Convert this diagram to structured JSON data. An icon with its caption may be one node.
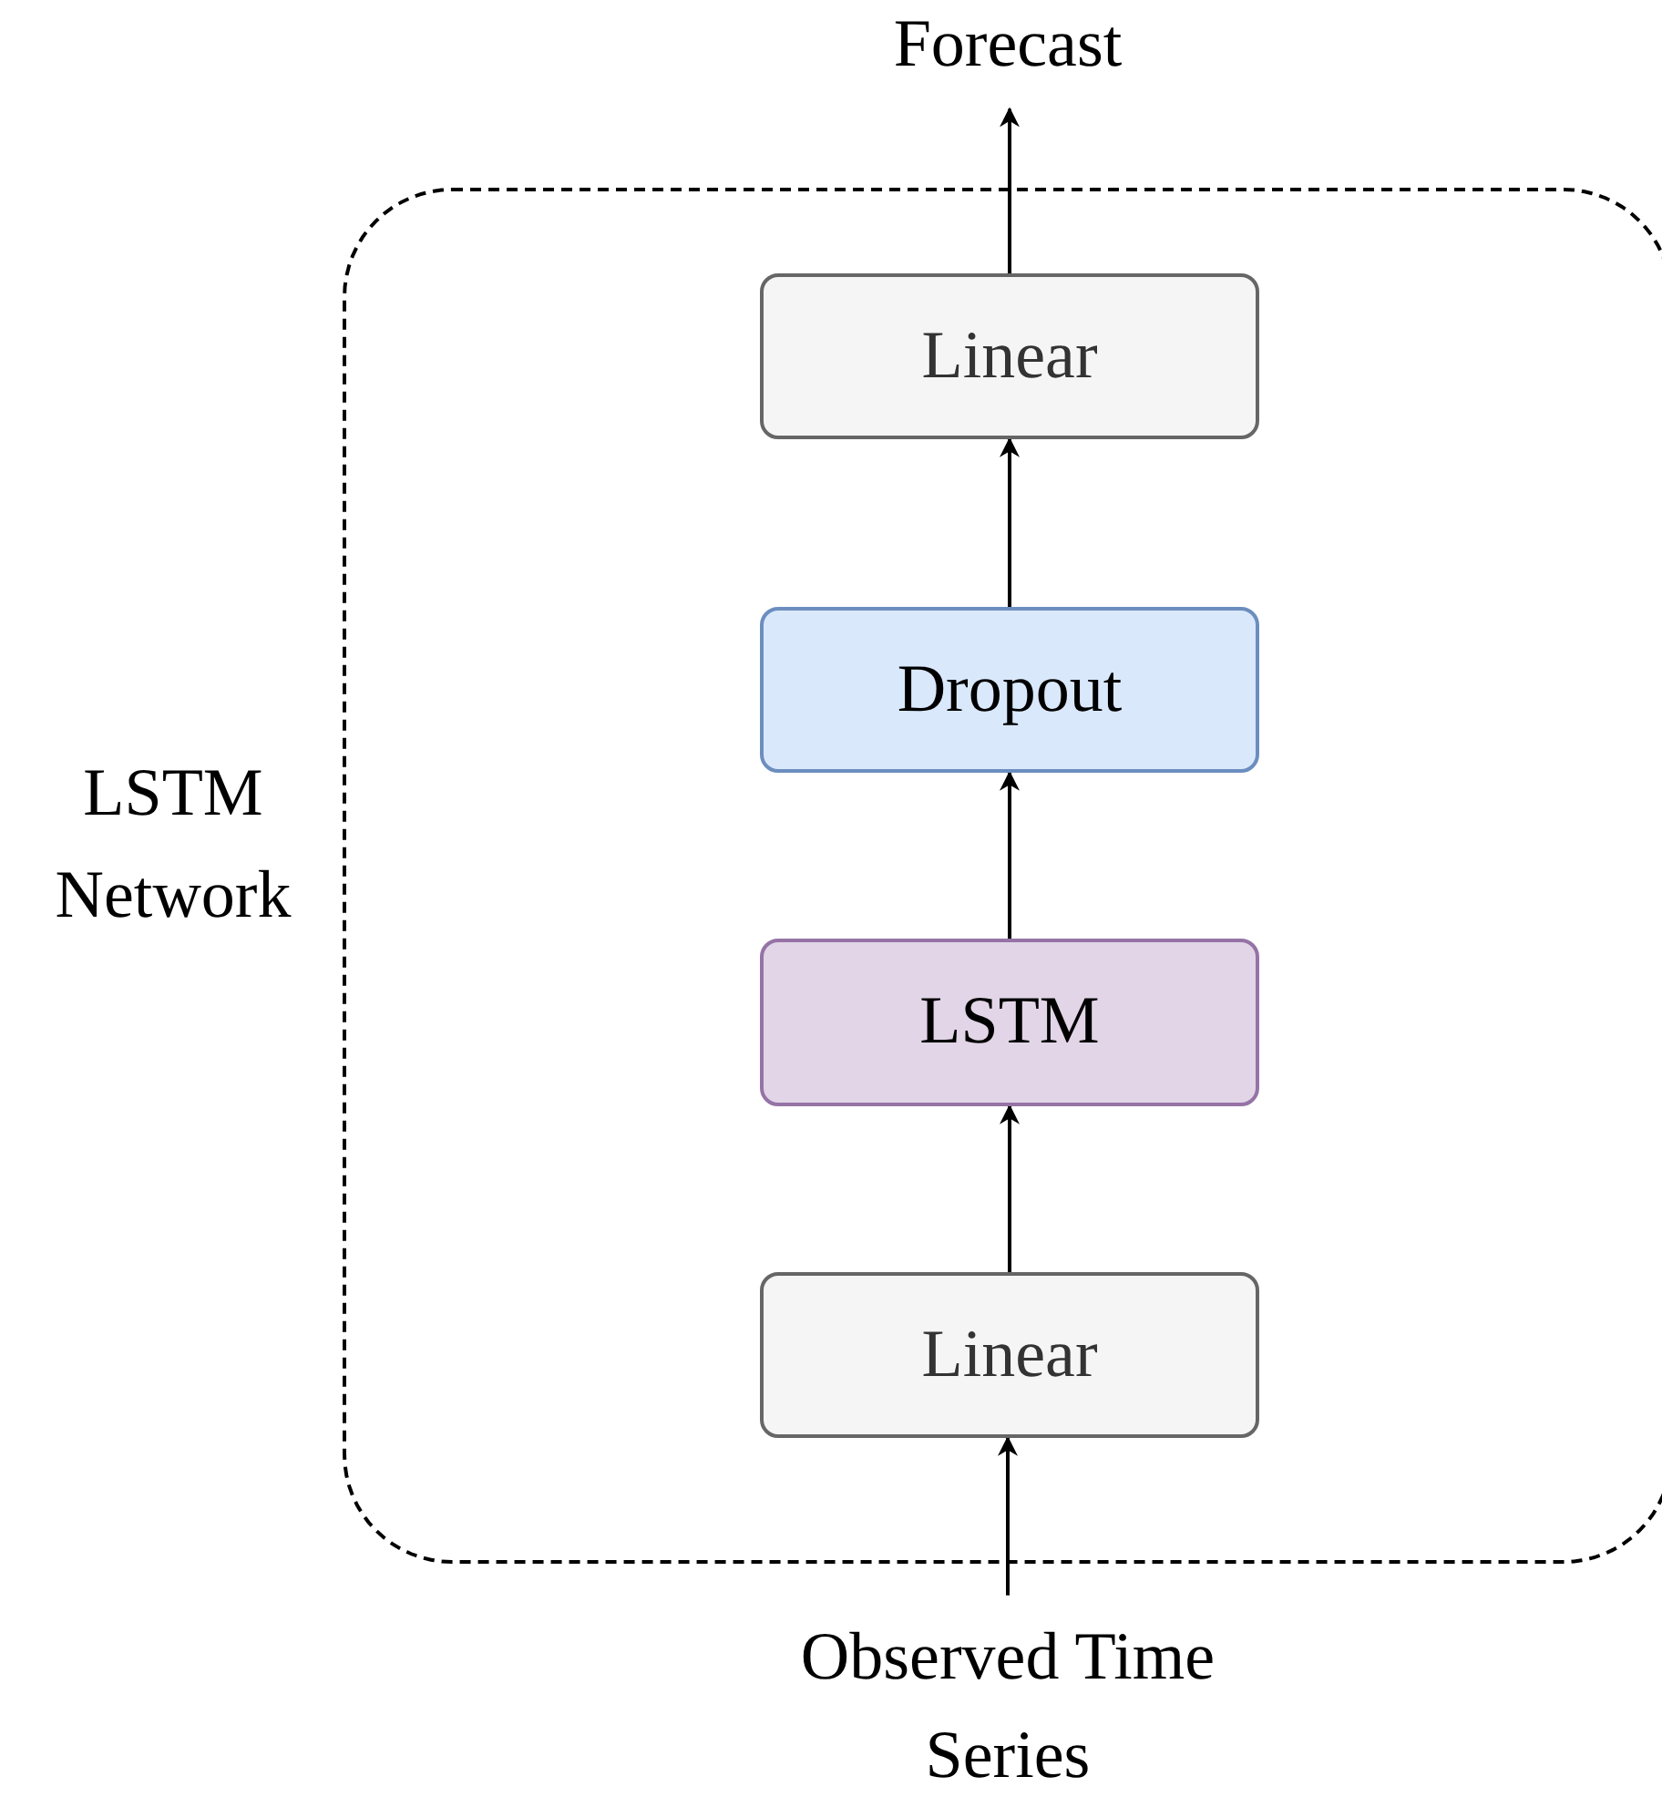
{
  "diagram": {
    "nodes": [
      {
        "text": [
          "Forecast"
        ]
      },
      {
        "text": [
          "LSTM Network"
        ]
      },
      {
        "text": [
          "Linear"
        ],
        "in": 1
      },
      {
        "text": [
          "Dropout"
        ],
        "in": 1
      },
      {
        "text": [
          "LSTM"
        ],
        "in": 1
      },
      {
        "text": [
          "Linear"
        ],
        "in": 1
      },
      {
        "text": [
          "Observed Time Series"
        ]
      }
    ],
    "edges": [
      {
        "from": 6,
        "to": 5,
        "arrow": "to"
      },
      {
        "from": 5,
        "to": 4,
        "arrow": "to"
      },
      {
        "from": 4,
        "to": 3,
        "arrow": "to"
      },
      {
        "from": 3,
        "to": 2,
        "arrow": "to"
      },
      {
        "from": 2,
        "to": 0,
        "arrow": "to"
      }
    ]
  }
}
